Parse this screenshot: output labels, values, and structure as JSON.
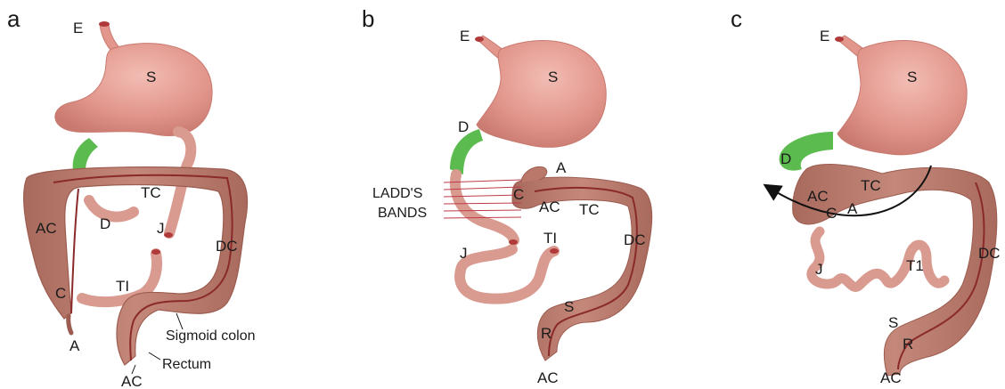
{
  "colors": {
    "stomach": "#e2968c",
    "stomach_highlight": "#eeb1a8",
    "stomach_shade": "#c97a70",
    "duodenum_green": "#5cbb4f",
    "colon": "#b9786a",
    "colon_edge": "#9c5c50",
    "colon_line": "#8a2a2a",
    "small_bowel": "#d99a90",
    "bands": "#c0394a",
    "arrow": "#111111"
  },
  "panels": {
    "a": {
      "letter": "a",
      "labels": {
        "E": "E",
        "S": "S",
        "TC": "TC",
        "AC": "AC",
        "D": "D",
        "J": "J",
        "DC": "DC",
        "C": "C",
        "TI": "TI",
        "A": "A",
        "sigmoid": "Sigmoid colon",
        "rectum": "Rectum",
        "anal": "AC"
      }
    },
    "b": {
      "letter": "b",
      "labels": {
        "E": "E",
        "S": "S",
        "D": "D",
        "A": "A",
        "C": "C",
        "AC": "AC",
        "TC": "TC",
        "bands_line1": "LADD'S",
        "bands_line2": "BANDS",
        "TI": "TI",
        "DC": "DC",
        "J": "J",
        "S2": "S",
        "R": "R",
        "anal": "AC"
      }
    },
    "c": {
      "letter": "c",
      "labels": {
        "E": "E",
        "S": "S",
        "D": "D",
        "AC": "AC",
        "TC": "TC",
        "C": "C",
        "A": "A",
        "DC": "DC",
        "J": "J",
        "T1": "T1",
        "S2": "S",
        "R": "R",
        "anal": "AC"
      }
    }
  }
}
